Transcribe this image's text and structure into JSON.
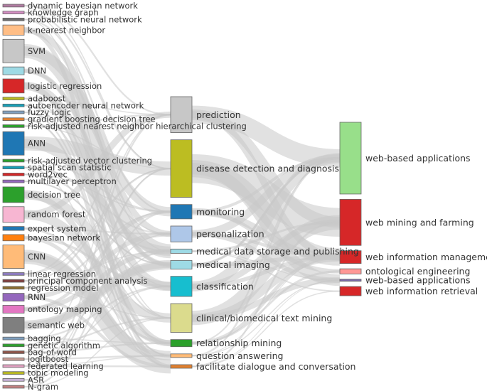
{
  "chart_data": {
    "type": "sankey",
    "title": "",
    "sources": [
      {
        "label": "dynamic bayesian network",
        "value": 0.35,
        "color": "#b07aa1"
      },
      {
        "label": "knowledge graph",
        "value": 0.35,
        "color": "#d38ec2"
      },
      {
        "label": "probabilistic neural network",
        "value": 0.35,
        "color": "#6f6f6f"
      },
      {
        "label": "k-nearest neighbor",
        "value": 1.3,
        "color": "#ffbe86"
      },
      {
        "label": "SVM",
        "value": 3,
        "color": "#c7c7c7"
      },
      {
        "label": "DNN",
        "value": 1,
        "color": "#9edae5"
      },
      {
        "label": "logistic regression",
        "value": 1.8,
        "color": "#d62728"
      },
      {
        "label": "adaboost",
        "value": 0.35,
        "color": "#bcbd22"
      },
      {
        "label": "autoencoder neural network",
        "value": 0.35,
        "color": "#17a0b8"
      },
      {
        "label": "fuzzy logic",
        "value": 0.35,
        "color": "#7f9fbf"
      },
      {
        "label": "gradient boosting decision tree",
        "value": 0.35,
        "color": "#e08030"
      },
      {
        "label": "risk-adjusted nearest neighbor hierarchical clustering",
        "value": 0.35,
        "color": "#2ca02c"
      },
      {
        "label": "ANN",
        "value": 3,
        "color": "#1f77b4"
      },
      {
        "label": "risk-adjusted vector clustering",
        "value": 0.35,
        "color": "#2ca02c"
      },
      {
        "label": "spatial scan statistic",
        "value": 0.35,
        "color": "#17a0b8"
      },
      {
        "label": "word2vec",
        "value": 0.35,
        "color": "#d62728"
      },
      {
        "label": "multilayer perceptron",
        "value": 0.35,
        "color": "#9467bd"
      },
      {
        "label": "decision tree",
        "value": 2,
        "color": "#2ca02c"
      },
      {
        "label": "random forest",
        "value": 2,
        "color": "#f7b6d2"
      },
      {
        "label": "expert system",
        "value": 0.5,
        "color": "#1f77b4"
      },
      {
        "label": "bayesian network",
        "value": 0.8,
        "color": "#ff7f0e"
      },
      {
        "label": "CNN",
        "value": 3,
        "color": "#ffbb78"
      },
      {
        "label": "linear regression",
        "value": 0.35,
        "color": "#8c7bbf"
      },
      {
        "label": "principal component analysis",
        "value": 0.35,
        "color": "#7f3f3f"
      },
      {
        "label": "regression model",
        "value": 0.35,
        "color": "#8c6d31"
      },
      {
        "label": "RNN",
        "value": 1,
        "color": "#9467bd"
      },
      {
        "label": "ontology mapping",
        "value": 1,
        "color": "#e377c2"
      },
      {
        "label": "semantic web",
        "value": 2,
        "color": "#7f7f7f"
      },
      {
        "label": "bagging",
        "value": 0.35,
        "color": "#7f9fbf"
      },
      {
        "label": "genetic algorithm",
        "value": 0.35,
        "color": "#2ca02c"
      },
      {
        "label": "bag-of-word",
        "value": 0.35,
        "color": "#8c564b"
      },
      {
        "label": "logitboost",
        "value": 0.35,
        "color": "#c49c94"
      },
      {
        "label": "federated learning",
        "value": 0.35,
        "color": "#e0a0c0"
      },
      {
        "label": "topic modeling",
        "value": 0.35,
        "color": "#b8b822"
      },
      {
        "label": "ASR",
        "value": 0.35,
        "color": "#c5b0d5"
      },
      {
        "label": "N-gram",
        "value": 0.35,
        "color": "#c08080"
      }
    ],
    "applications": [
      {
        "label": "prediction",
        "value": 5,
        "color": "#c7c7c7"
      },
      {
        "label": "disease detection and diagnosis",
        "value": 8,
        "color": "#bcbd22"
      },
      {
        "label": "monitoring",
        "value": 2,
        "color": "#1f77b4"
      },
      {
        "label": "personalization",
        "value": 2.2,
        "color": "#aec7e8"
      },
      {
        "label": "medical data storage and publishing",
        "value": 0.6,
        "color": "#9edae5"
      },
      {
        "label": "medical imaging",
        "value": 1.2,
        "color": "#9edae5"
      },
      {
        "label": "classification",
        "value": 2.8,
        "color": "#17becf"
      },
      {
        "label": "clinical/biomedical text mining",
        "value": 4,
        "color": "#dbdb8d"
      },
      {
        "label": "relationship mining",
        "value": 1,
        "color": "#2ca02c"
      },
      {
        "label": "question answering",
        "value": 0.5,
        "color": "#ffbb78"
      },
      {
        "label": "facilitate dialogue and conversation",
        "value": 0.5,
        "color": "#e08030"
      }
    ],
    "targets": [
      {
        "label": "web-based applications",
        "value": 14,
        "color": "#98df8a"
      },
      {
        "label": "web mining and farming",
        "value": 9,
        "color": "#d62728"
      },
      {
        "label": "web information management",
        "value": 2.5,
        "color": "#d62728"
      },
      {
        "label": "ontological engineering",
        "value": 1,
        "color": "#ff9896"
      },
      {
        "label": "web-based applications",
        "value": 0.4,
        "color": "#7b6ba8"
      },
      {
        "label": "web information retrieval",
        "value": 1.8,
        "color": "#d62728"
      }
    ]
  }
}
